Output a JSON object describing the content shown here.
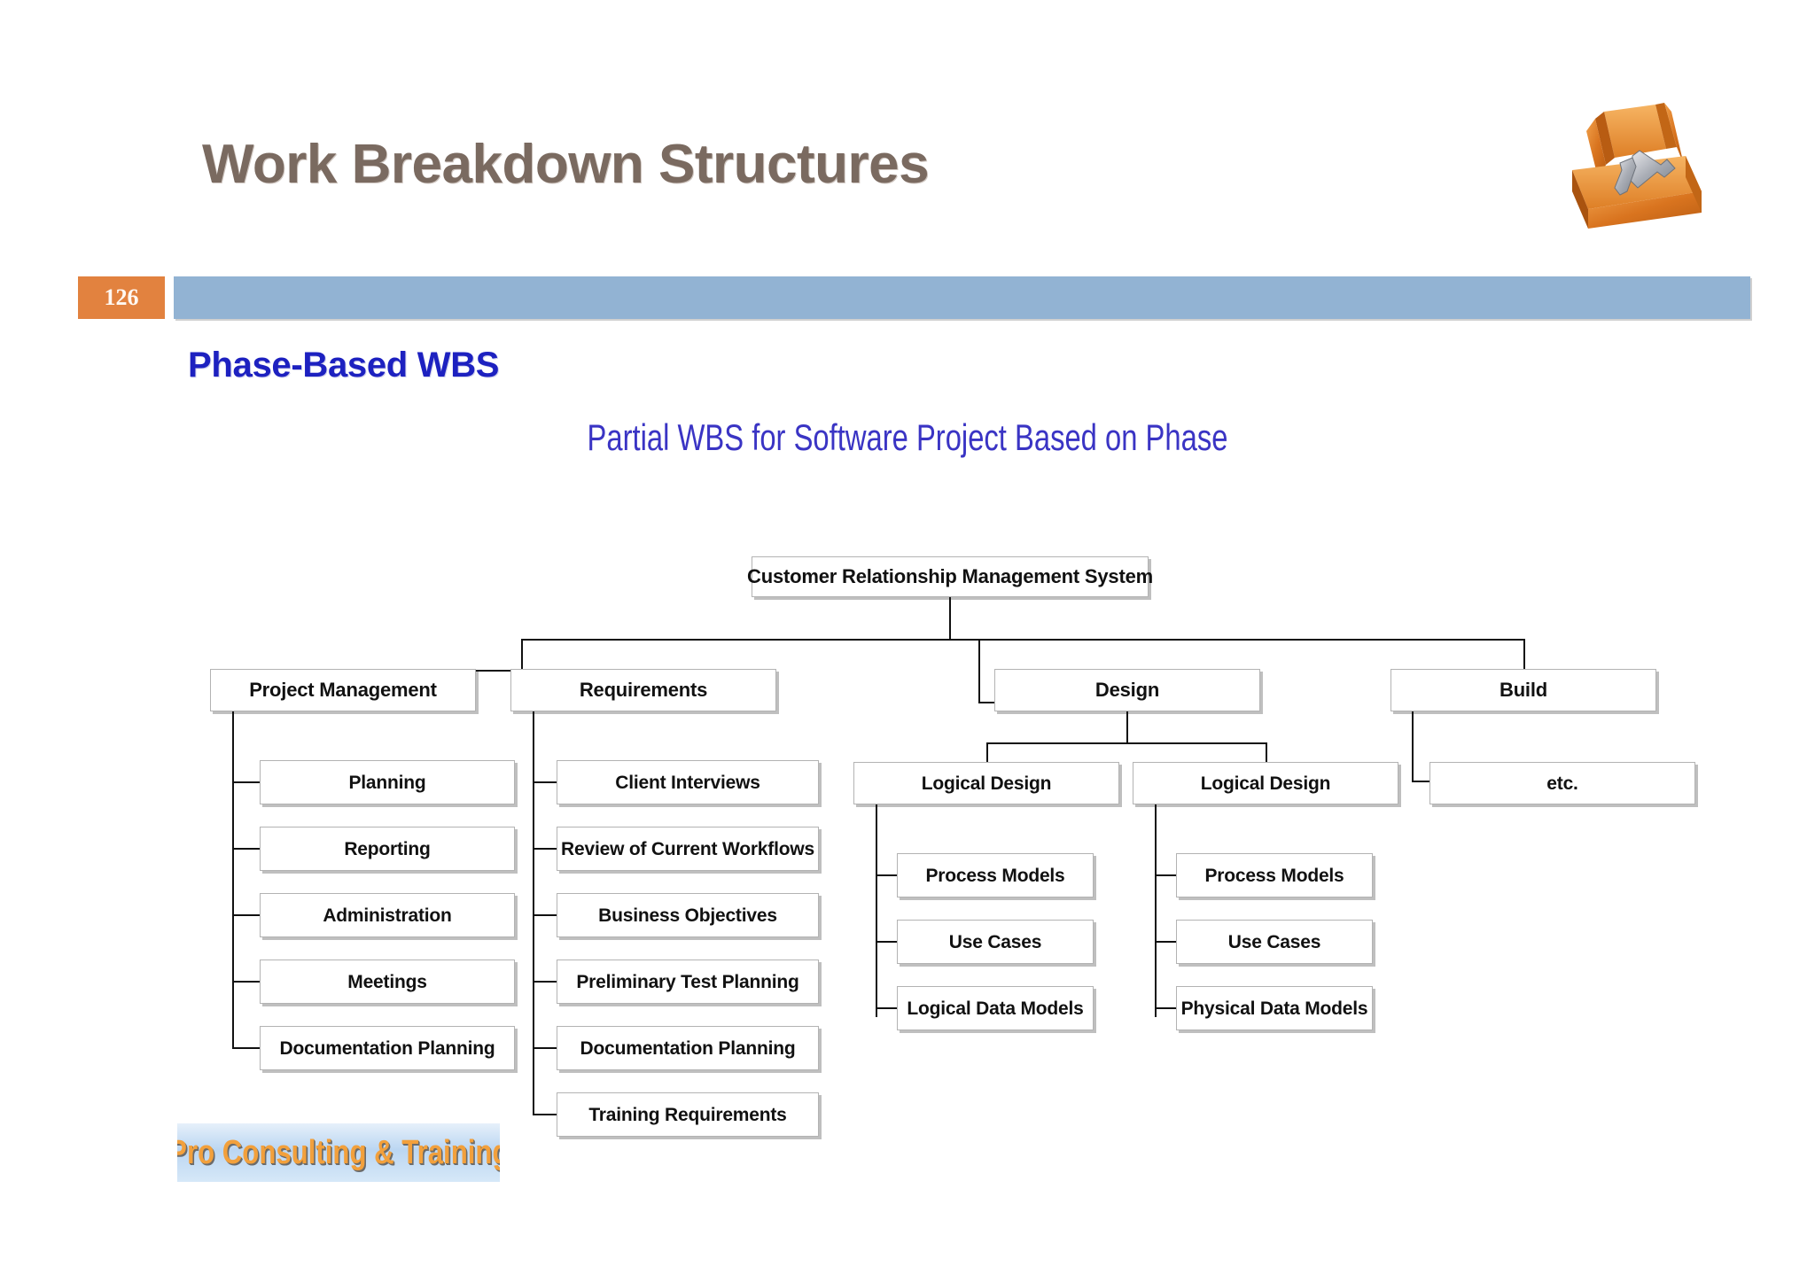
{
  "slide": {
    "title": "Work Breakdown Structures",
    "page_number": "126",
    "section_title": "Phase-Based WBS",
    "chart_title": "Partial WBS for Software Project Based on Phase",
    "logo_text": "Pro Consulting & Training",
    "icon": "toolbox-icon",
    "colors": {
      "title": "#7A6A60",
      "badge_bg": "#E2823F",
      "header_bar": "#92B3D3",
      "section_title": "#1D21C0",
      "chart_title": "#3A34C4",
      "node_border": "#B3B3B3",
      "node_shadow": "#BFBFBF",
      "connector": "#111111",
      "logo_text": "#F2A03C"
    }
  },
  "chart_data": {
    "type": "diagram",
    "title": "Partial WBS for Software Project Based on Phase",
    "root": "Customer Relationship Management System",
    "nodes": {
      "root": "Customer Relationship Management System",
      "project_management": "Project Management",
      "requirements": "Requirements",
      "design": "Design",
      "build": "Build",
      "logical_design_1": "Logical Design",
      "logical_design_2": "Logical Design",
      "etc": "etc.",
      "pm": [
        "Planning",
        "Reporting",
        "Administration",
        "Meetings",
        "Documentation Planning"
      ],
      "req": [
        "Client Interviews",
        "Review of Current Workflows",
        "Business Objectives",
        "Preliminary Test Planning",
        "Documentation Planning",
        "Training Requirements"
      ],
      "ld1": [
        "Process Models",
        "Use Cases",
        "Logical Data Models"
      ],
      "ld2": [
        "Process Models",
        "Use Cases",
        "Physical Data Models"
      ]
    }
  }
}
